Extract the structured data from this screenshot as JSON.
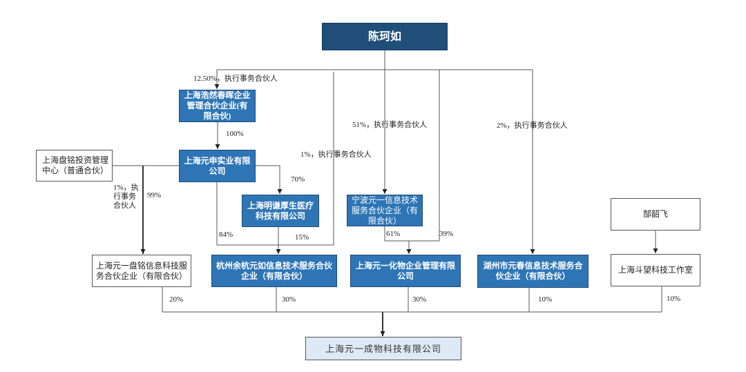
{
  "diagram": {
    "title_node": {
      "lines": [
        "陈珂如"
      ]
    },
    "nodes": {
      "haoran": {
        "lines": [
          "上海浩然春晖企业",
          "管理合伙企业(有",
          "限合伙)"
        ]
      },
      "yuanshen": {
        "lines": [
          "上海元申实业有限",
          "公司"
        ]
      },
      "panming_center": {
        "lines": [
          "上海盘铭投资管理",
          "中心（普通合伙）"
        ]
      },
      "mingqian": {
        "lines": [
          "上海明谦厚生医疗",
          "科技有限公司"
        ]
      },
      "ningbo": {
        "lines": [
          "宁波元一信息技术",
          "服务合伙企业（有",
          "限合伙）"
        ]
      },
      "gao": {
        "lines": [
          "郜韶飞"
        ]
      },
      "yuanyi_panming": {
        "lines": [
          "上海元一盘铭信息科技服",
          "务合伙企业（有限合伙）"
        ]
      },
      "hangzhou": {
        "lines": [
          "杭州余杭元如信息技术服务合伙",
          "企业（有限合伙）"
        ]
      },
      "huawu": {
        "lines": [
          "上海元一化物企业管理有限",
          "公司"
        ]
      },
      "huzhou": {
        "lines": [
          "湖州市元春信息技术服务合",
          "伙企业（有限合伙）"
        ]
      },
      "douwang": {
        "lines": [
          "上海斗望科技工作室"
        ]
      },
      "target": {
        "lines": [
          "上海元一成物科技有限公司"
        ]
      }
    },
    "edge_labels": {
      "chen_to_haoran": "12.50%，执行事务合伙人",
      "haoran_to_yuanshen": "100%",
      "chen_to_hangzhou": "1%，执行事务合伙人",
      "yuanshen_to_mingqian": "70%",
      "panming_center_to_yuanyi_panming": [
        "1%，执",
        "行事务",
        "合伙人"
      ],
      "yuanshen_to_yuanyi_panming": "99%",
      "yuanshen_to_hangzhou": "84%",
      "mingqian_to_hangzhou": "15%",
      "chen_to_ningbo": "51%，执行事务合伙人",
      "chen_to_huzhou": "2%，执行事务合伙人",
      "ningbo_to_huawu": "61%",
      "chen_to_huawu": "39%",
      "yuanyi_panming_to_target": "20%",
      "hangzhou_to_target": "30%",
      "huawu_to_target": "30%",
      "huzhou_to_target": "10%",
      "douwang_to_target": "10%"
    },
    "colors": {
      "navy": "#1f4e79",
      "blue": "#2e75b6",
      "target_fill": "#dde9f5",
      "line": "#555555"
    }
  }
}
